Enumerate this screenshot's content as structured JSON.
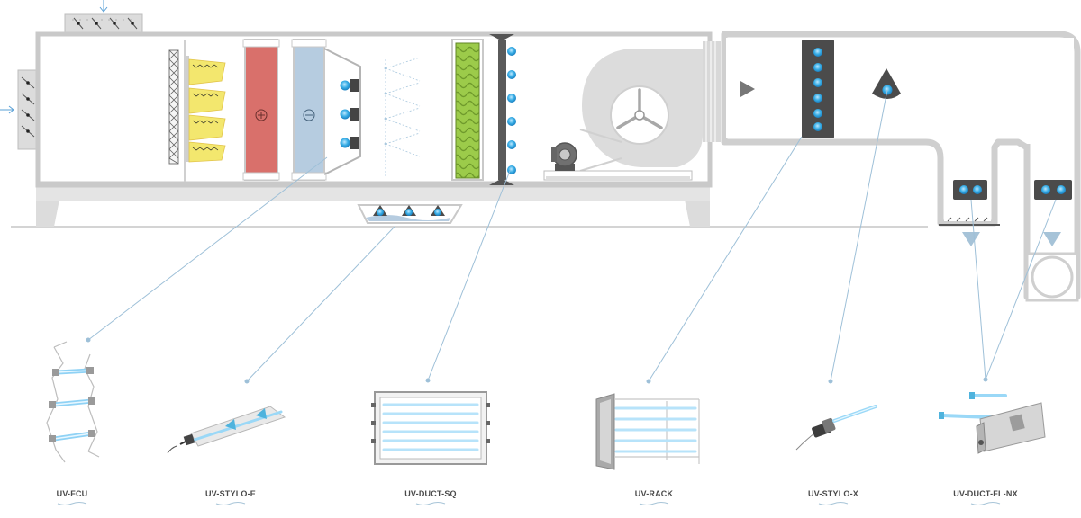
{
  "products": [
    {
      "id": "fcu",
      "label": "UV-FCU"
    },
    {
      "id": "stylo-e",
      "label": "UV-STYLO-E"
    },
    {
      "id": "duct-sq",
      "label": "UV-DUCT-SQ"
    },
    {
      "id": "rack",
      "label": "UV-RACK"
    },
    {
      "id": "stylo-x",
      "label": "UV-STYLO-X"
    },
    {
      "id": "duct-fl-nx",
      "label": "UV-DUCT-FL-NX"
    }
  ],
  "colors": {
    "housing": "#c9c9c9",
    "housing_fill": "#ececec",
    "heater": "#d9706b",
    "cooler": "#b6cce0",
    "filter": "#f3e76e",
    "green_coil": "#9ccb4a",
    "uv_lamp": "#29a3e0",
    "callout": "#9ec0d8",
    "dark_panel": "#4b4b4b"
  }
}
